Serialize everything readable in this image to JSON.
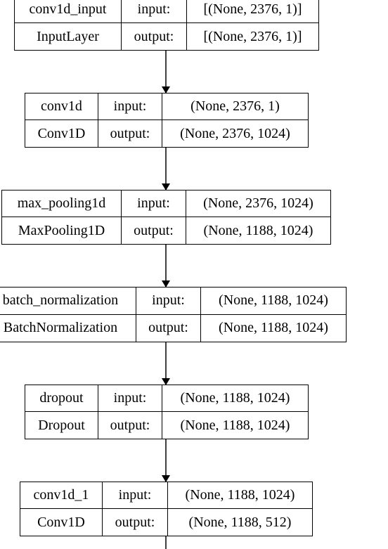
{
  "layers": [
    {
      "name": "conv1d_input",
      "type": "InputLayer",
      "input_label": "input:",
      "input_shape": "[(None, 2376, 1)]",
      "output_label": "output:",
      "output_shape": "[(None, 2376, 1)]"
    },
    {
      "name": "conv1d",
      "type": "Conv1D",
      "input_label": "input:",
      "input_shape": "(None, 2376, 1)",
      "output_label": "output:",
      "output_shape": "(None, 2376, 1024)"
    },
    {
      "name": "max_pooling1d",
      "type": "MaxPooling1D",
      "input_label": "input:",
      "input_shape": "(None, 2376, 1024)",
      "output_label": "output:",
      "output_shape": "(None, 1188, 1024)"
    },
    {
      "name": "batch_normalization",
      "type": "BatchNormalization",
      "input_label": "input:",
      "input_shape": "(None, 1188, 1024)",
      "output_label": "output:",
      "output_shape": "(None, 1188, 1024)"
    },
    {
      "name": "dropout",
      "type": "Dropout",
      "input_label": "input:",
      "input_shape": "(None, 1188, 1024)",
      "output_label": "output:",
      "output_shape": "(None, 1188, 1024)"
    },
    {
      "name": "conv1d_1",
      "type": "Conv1D",
      "input_label": "input:",
      "input_shape": "(None, 1188, 1024)",
      "output_label": "output:",
      "output_shape": "(None, 1188, 512)"
    }
  ]
}
